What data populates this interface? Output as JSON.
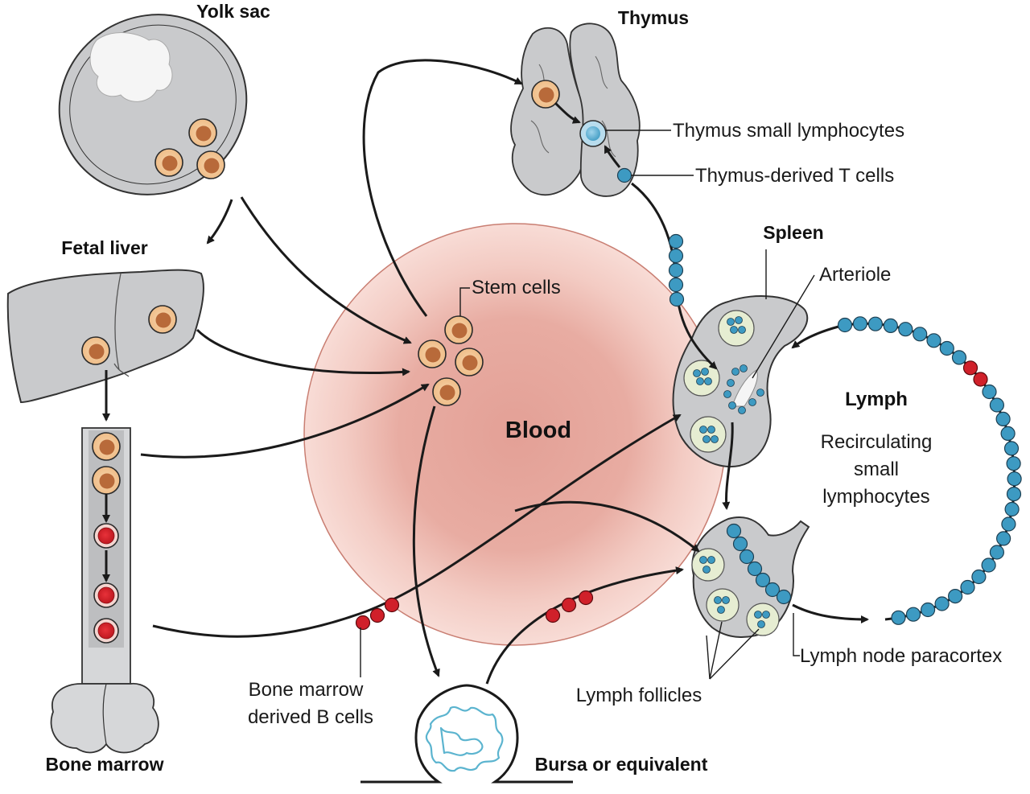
{
  "labels": {
    "yolk_sac": "Yolk sac",
    "thymus": "Thymus",
    "fetal_liver": "Fetal liver",
    "spleen": "Spleen",
    "blood": "Blood",
    "lymph": "Lymph",
    "bone_marrow": "Bone marrow",
    "bursa": "Bursa or equivalent",
    "stem_cells": "Stem cells",
    "thymus_small_lymphocytes": "Thymus small lymphocytes",
    "thymus_derived_t_cells": "Thymus-derived T cells",
    "arteriole": "Arteriole",
    "recirculating_line1": "Recirculating",
    "recirculating_line2": "small",
    "recirculating_line3": "lymphocytes",
    "bm_b_cells_line1": "Bone marrow",
    "bm_b_cells_line2": "derived B cells",
    "lymph_follicles": "Lymph follicles",
    "lymph_node_paracortex": "Lymph node paracortex"
  },
  "colors": {
    "stem_cell_fill": "#f3c99a",
    "stem_cell_nucleus": "#b86a3a",
    "t_cell": "#3d9ac2",
    "b_cell": "#d0202a",
    "organ_gray": "#c9cacc",
    "blood_light": "#f6d7d0",
    "blood_dark": "#e3a096",
    "follicle": "#e6edd2",
    "bursa_tissue": "#5bb4cf"
  },
  "icons": [
    "stem-cell-icon",
    "t-lymphocyte-icon",
    "b-lymphocyte-icon",
    "arrow-icon"
  ]
}
